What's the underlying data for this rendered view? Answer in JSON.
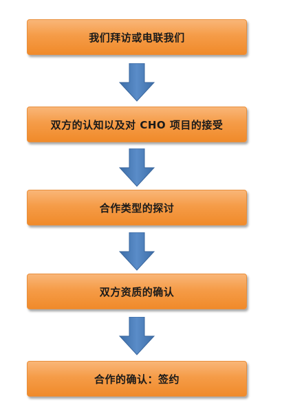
{
  "steps": [
    {
      "label": "我们拜访或电联我们"
    },
    {
      "label": "双方的认知以及对 CHO 项目的接受"
    },
    {
      "label": "合作类型的探讨"
    },
    {
      "label": "双方资质的确认"
    },
    {
      "label": "合作的确认：签约"
    }
  ],
  "colors": {
    "box_fill": "#f59c48",
    "box_border": "#e88f3c",
    "arrow_fill": "#4f81bd",
    "text": "#1a1a1a"
  },
  "icons": {
    "arrow": "arrow-down-icon"
  }
}
